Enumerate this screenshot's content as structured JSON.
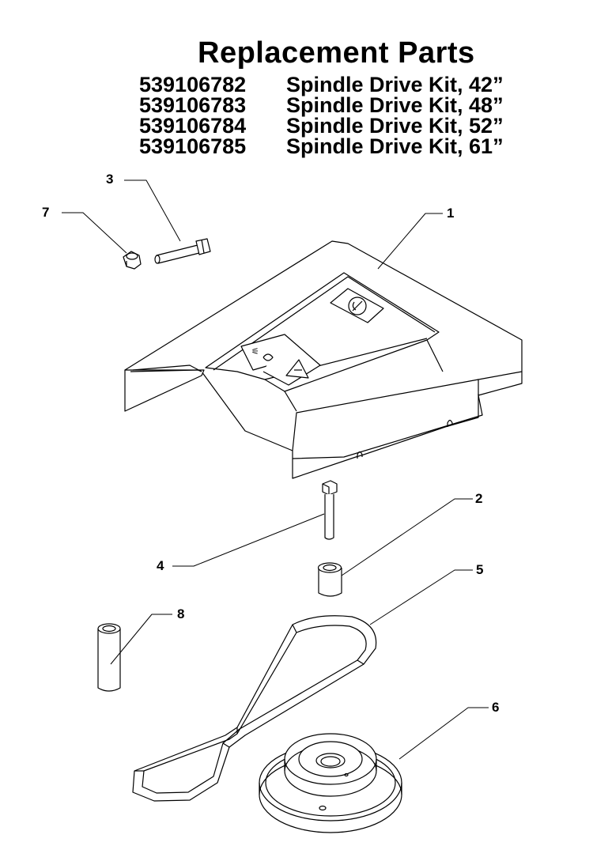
{
  "header": {
    "title": "Replacement Parts",
    "kits": [
      {
        "number": "539106782",
        "name": "Spindle Drive Kit, 42”"
      },
      {
        "number": "539106783",
        "name": "Spindle Drive Kit, 48”"
      },
      {
        "number": "539106784",
        "name": "Spindle Drive Kit, 52”"
      },
      {
        "number": "539106785",
        "name": "Spindle Drive Kit, 61”"
      }
    ]
  },
  "callouts": {
    "c1": "1",
    "c2": "2",
    "c3": "3",
    "c4": "4",
    "c5": "5",
    "c6": "6",
    "c7": "7",
    "c8": "8"
  },
  "parts": [
    "belt-cover",
    "spacer",
    "bolt",
    "bolt-long",
    "v-belt",
    "pulley",
    "lock-nut",
    "sleeve-spacer"
  ]
}
